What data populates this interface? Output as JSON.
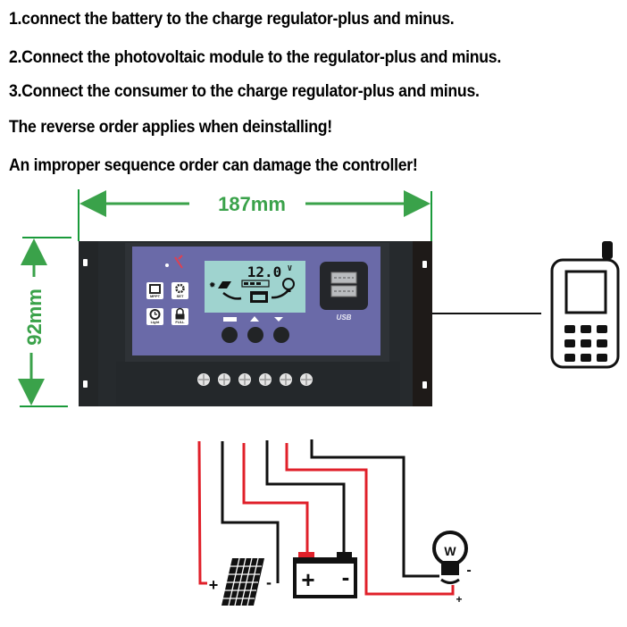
{
  "instructions": [
    {
      "text": "1.connect the battery to the charge regulator-plus and minus.",
      "color": "#111111"
    },
    {
      "text": "2.Connect the photovoltaic module to the regulator-plus and minus.",
      "color": "#111111"
    },
    {
      "text": "3.Connect the consumer to the charge regulator-plus and minus.",
      "color": "#111111"
    },
    {
      "text": "The reverse order applies when deinstalling!",
      "color": "#d9232e"
    },
    {
      "text": "An improper sequence order can damage the controller!",
      "color": "#d9232e"
    }
  ],
  "dimensions": {
    "width_label": "187mm",
    "height_label": "92mm",
    "color": "#3aa24a"
  },
  "controller": {
    "lcd_reading": "12.0",
    "lcd_unit": "V",
    "mode_icons": [
      {
        "name": "mppt-icon",
        "label": "MPPT method"
      },
      {
        "name": "gear-icon",
        "label": "SET voltage"
      },
      {
        "name": "clock-icon",
        "label": "Light&Time"
      },
      {
        "name": "lock-icon",
        "label": "FULL protect"
      }
    ],
    "buttons": [
      {
        "name": "menu-button",
        "label": "MENU"
      },
      {
        "name": "up-button",
        "label": "UP"
      },
      {
        "name": "down-button",
        "label": "DOWN"
      }
    ],
    "usb_label": "USB",
    "terminal_count": 6,
    "panel_color": "#6a6aa8",
    "lcd_color": "#9fd3cf"
  },
  "wiring": {
    "components": [
      "solar-panel",
      "battery",
      "lamp-load"
    ],
    "solar_panel": {
      "plus": "+",
      "minus": "-"
    },
    "battery": {
      "plus": "+",
      "minus": "-"
    },
    "lamp": {
      "plus": "+",
      "minus": "-",
      "symbol": "W"
    },
    "positive_wire_color": "#e0202a",
    "negative_wire_color": "#111111"
  },
  "device": {
    "name": "mobile-phone"
  }
}
